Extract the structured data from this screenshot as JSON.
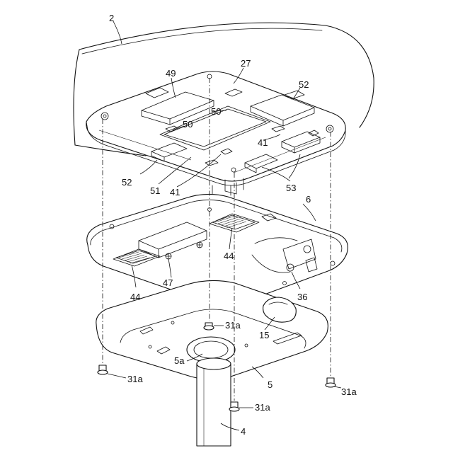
{
  "labels": {
    "l2": "2",
    "l27": "27",
    "l49": "49",
    "l52a": "52",
    "l50a": "50",
    "l50b": "50",
    "l41a": "41",
    "l52b": "52",
    "l51": "51",
    "l41b": "41",
    "l53": "53",
    "l6": "6",
    "l44a": "44",
    "l44b": "44",
    "l47": "47",
    "l36": "36",
    "l31a_1": "31a",
    "l15": "15",
    "l5a": "5a",
    "l5": "5",
    "l31a_2": "31a",
    "l31a_3": "31a",
    "l31a_4": "31a",
    "l4": "4"
  }
}
